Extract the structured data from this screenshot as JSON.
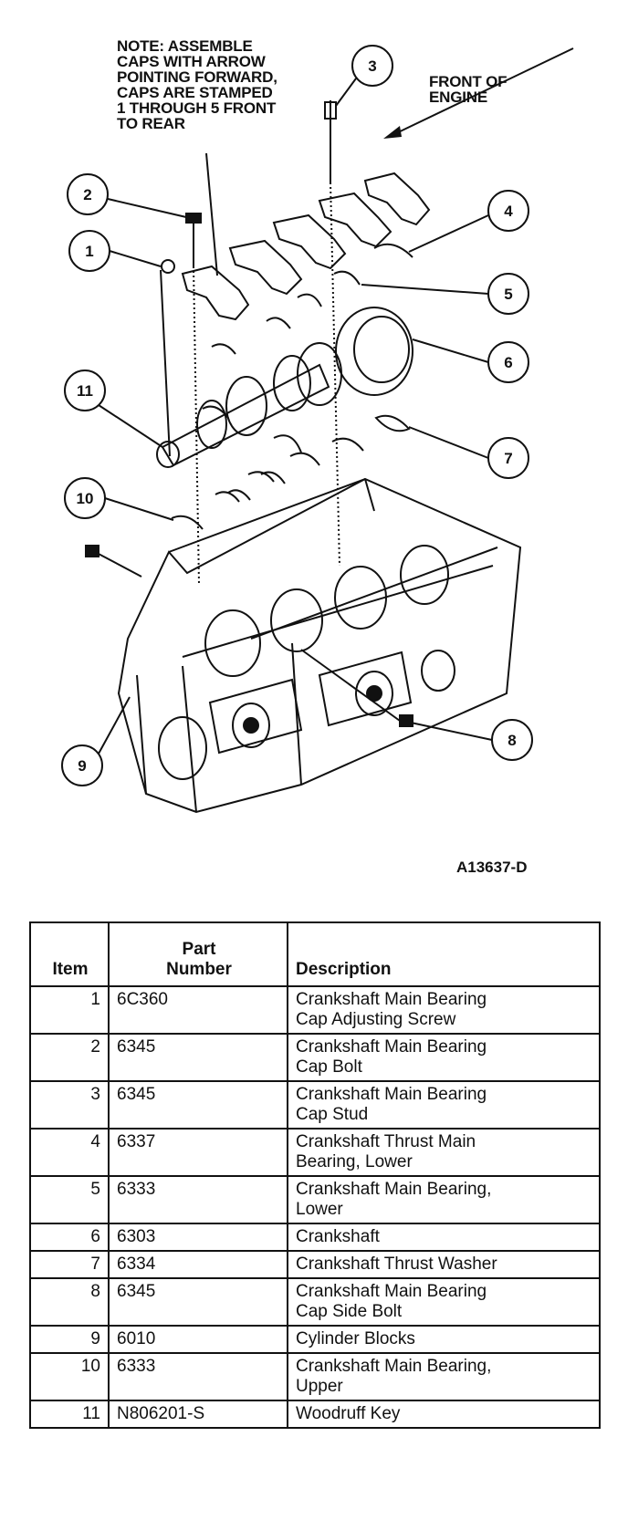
{
  "note": {
    "lines": [
      "NOTE: ASSEMBLE",
      "CAPS WITH ARROW",
      "POINTING FORWARD,",
      "CAPS ARE STAMPED",
      "1 THROUGH 5 FRONT",
      "TO REAR"
    ]
  },
  "front_label": {
    "lines": [
      "FRONT OF",
      "ENGINE"
    ]
  },
  "callouts": [
    "1",
    "2",
    "3",
    "4",
    "5",
    "6",
    "7",
    "8",
    "9",
    "10",
    "11"
  ],
  "reference": "A13637-D",
  "table": {
    "headers": {
      "item": "Item",
      "part_line1": "Part",
      "part_line2": "Number",
      "description": "Description"
    },
    "rows": [
      {
        "item": "1",
        "part": "6C360",
        "desc": [
          "Crankshaft Main Bearing",
          "Cap Adjusting Screw"
        ]
      },
      {
        "item": "2",
        "part": "6345",
        "desc": [
          "Crankshaft Main Bearing",
          "Cap Bolt"
        ]
      },
      {
        "item": "3",
        "part": "6345",
        "desc": [
          "Crankshaft Main Bearing",
          "Cap Stud"
        ]
      },
      {
        "item": "4",
        "part": "6337",
        "desc": [
          "Crankshaft Thrust Main",
          "Bearing, Lower"
        ]
      },
      {
        "item": "5",
        "part": "6333",
        "desc": [
          "Crankshaft Main Bearing,",
          "Lower"
        ]
      },
      {
        "item": "6",
        "part": "6303",
        "desc": [
          "Crankshaft"
        ]
      },
      {
        "item": "7",
        "part": "6334",
        "desc": [
          "Crankshaft Thrust Washer"
        ]
      },
      {
        "item": "8",
        "part": "6345",
        "desc": [
          "Crankshaft Main Bearing",
          "Cap Side Bolt"
        ]
      },
      {
        "item": "9",
        "part": "6010",
        "desc": [
          "Cylinder Blocks"
        ]
      },
      {
        "item": "10",
        "part": "6333",
        "desc": [
          "Crankshaft Main Bearing,",
          "Upper"
        ]
      },
      {
        "item": "11",
        "part": "N806201-S",
        "desc": [
          "Woodruff Key"
        ]
      }
    ]
  }
}
